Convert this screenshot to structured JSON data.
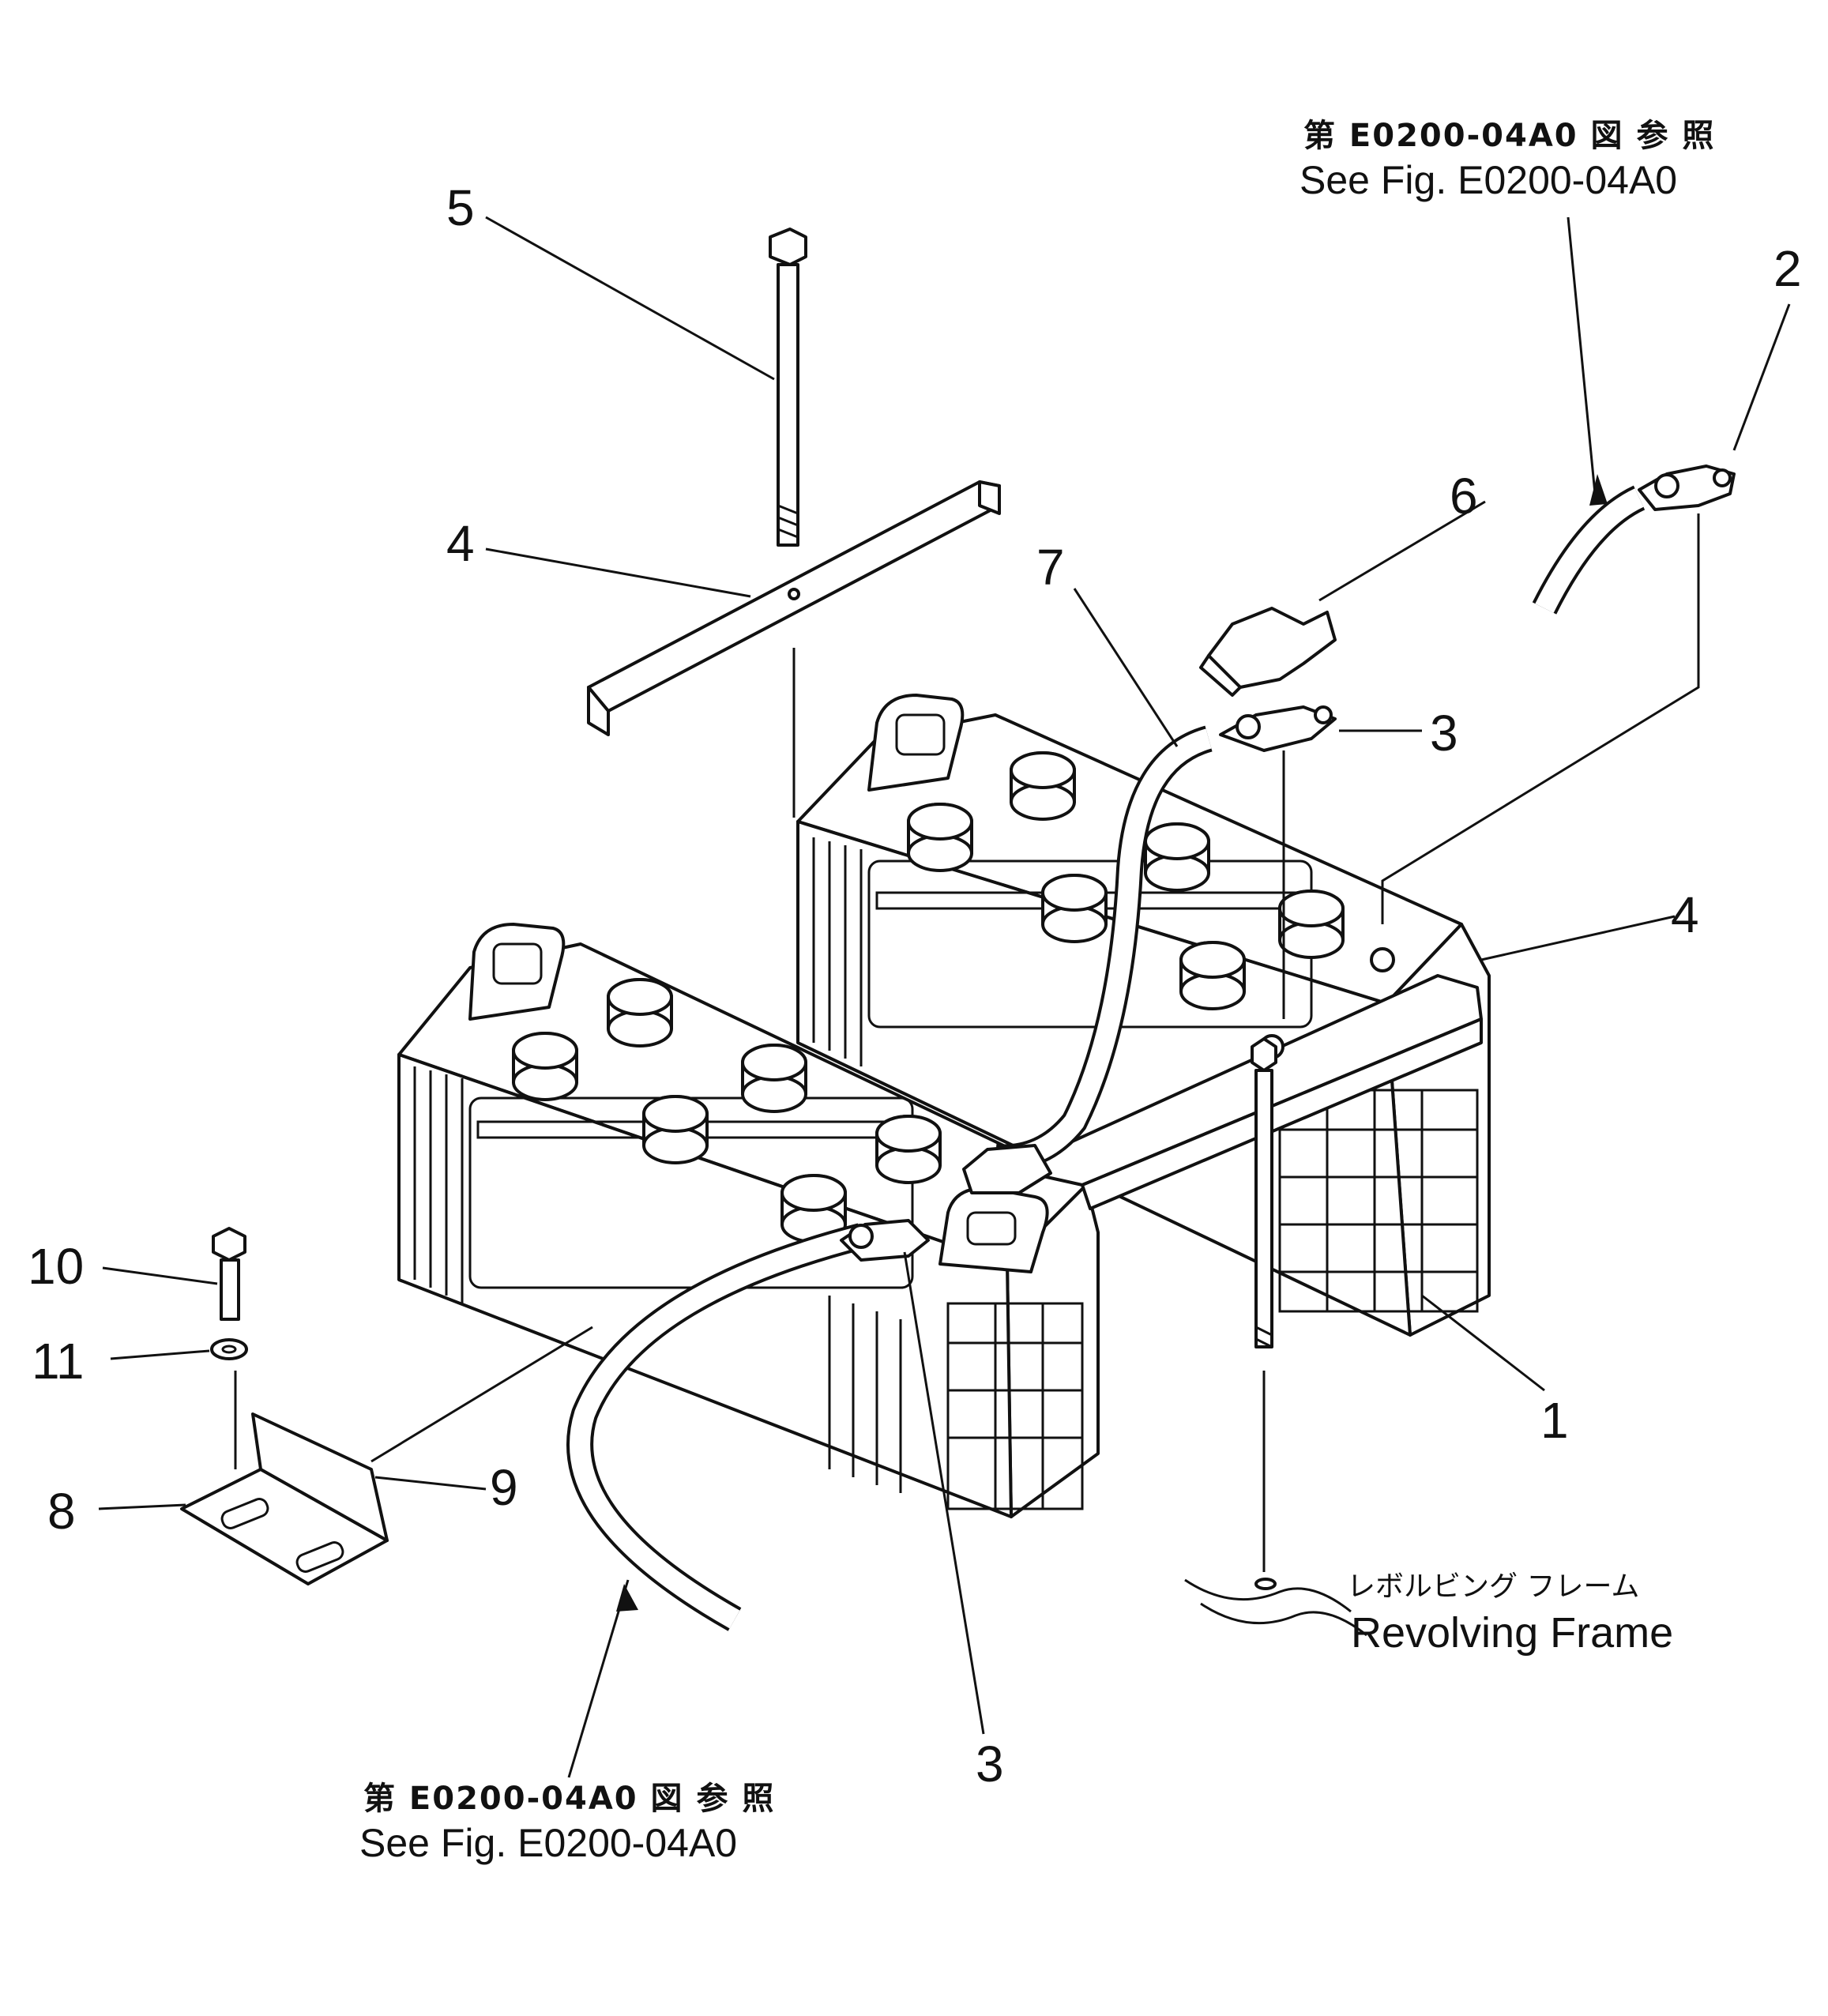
{
  "callouts": {
    "c1": "1",
    "c2": "2",
    "c3a": "3",
    "c3b": "3",
    "c4a": "4",
    "c4b": "4",
    "c5": "5",
    "c6": "6",
    "c7": "7",
    "c8": "8",
    "c9": "9",
    "c10": "10",
    "c11": "11"
  },
  "reference_top": {
    "jp": "第 E0200-04A0 図 参 照",
    "en": "See Fig. E0200-04A0"
  },
  "reference_bottom": {
    "jp": "第 E0200-04A0 図 参 照",
    "en": "See Fig. E0200-04A0"
  },
  "frame_label": {
    "jp": "レボルビング フレーム",
    "en": "Revolving Frame"
  }
}
